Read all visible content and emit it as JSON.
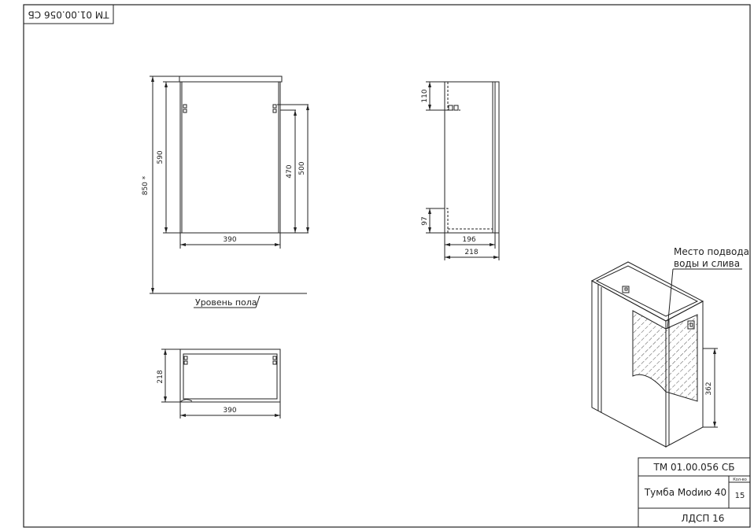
{
  "sheet": {
    "corner_code": "TM 01.00.056 СБ",
    "floor_label": "Уровень пола",
    "note_line1": "Место подвода",
    "note_line2": "воды и слива"
  },
  "dimensions": {
    "total_height": "850 *",
    "body_height": "590",
    "door_height_inner": "470",
    "door_height_outer": "500",
    "front_width": "390",
    "side_top_gap": "110",
    "side_bottom_gap": "97",
    "side_depth_inner": "196",
    "side_depth_outer": "218",
    "plan_depth": "218",
    "plan_width": "390",
    "iso_height": "362"
  },
  "title_block": {
    "code": "TM 01.00.056 СБ",
    "name": "Тумба Modию 40",
    "qty_header": "Кол-во",
    "qty": "15",
    "material": "ЛДСП 16"
  },
  "colors": {
    "line": "#222222",
    "paper": "#ffffff"
  }
}
